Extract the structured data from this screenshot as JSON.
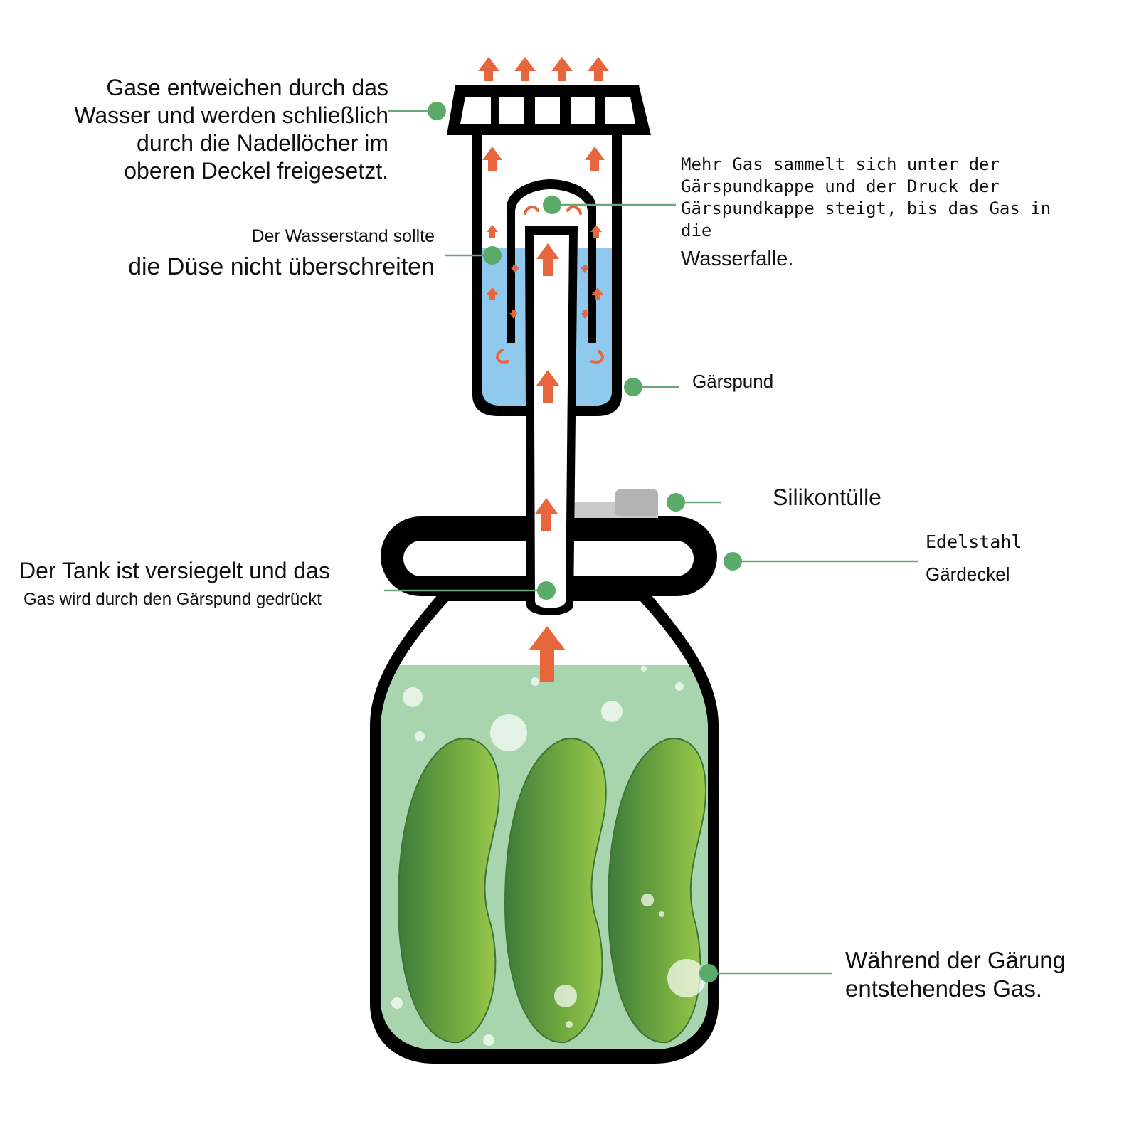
{
  "colors": {
    "outline": "#000000",
    "water": "#8fcaee",
    "brine": "#a9d5ae",
    "pickle": "#6ea744",
    "arrow": "#e8663c",
    "marker": "#5aab6a",
    "leader": "#6aa877",
    "spout": "#b3b3b3",
    "text": "#111111"
  },
  "labels": {
    "gas_escape": {
      "line1": "Gase entweichen durch das",
      "line2": "Wasser und werden schließlich",
      "line3": "durch die Nadellöcher im",
      "line4": "oberen Deckel freigesetzt."
    },
    "more_gas": {
      "line1": "Mehr Gas sammelt sich unter der",
      "line2": "Gärspundkappe und der Druck der",
      "line3": "Gärspundkappe steigt, bis das Gas in",
      "line4": "die",
      "line5": "Wasserfalle."
    },
    "water_level": {
      "line1": "Der Wasserstand sollte",
      "line2": "die Düse nicht überschreiten"
    },
    "airlock": "Gärspund",
    "silicone_spout": "Silikontülle",
    "lid": {
      "line1": "Edelstahl",
      "line2": "Gärdeckel"
    },
    "sealed_tank": {
      "line1": "Der Tank ist versiegelt und das",
      "line2": "Gas wird durch den Gärspund gedrückt"
    },
    "fermentation_gas": {
      "line1": "Während der Gärung",
      "line2": "entstehendes Gas."
    }
  },
  "icons": [
    "arrow-up-icon",
    "marker-dot-icon",
    "pickle-icon",
    "bubble-icon"
  ]
}
